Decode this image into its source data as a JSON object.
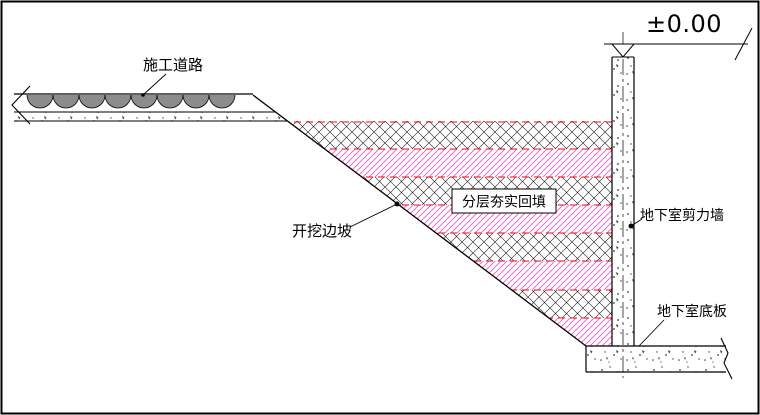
{
  "labels": {
    "construction_road": "施工道路",
    "excavation_slope": "开挖边坡",
    "layered_backfill": "分层夯实回填",
    "basement_shear_wall": "地下室剪力墙",
    "basement_slab": "地下室底板",
    "elevation_level": "±0.00"
  },
  "colors": {
    "backfill_hatch_pink": "#e661c6",
    "layer_boundary_red": "#ff0000",
    "road_scallop_gray": "#8c8c8c",
    "outline_black": "#000000",
    "background_white": "#ffffff"
  }
}
